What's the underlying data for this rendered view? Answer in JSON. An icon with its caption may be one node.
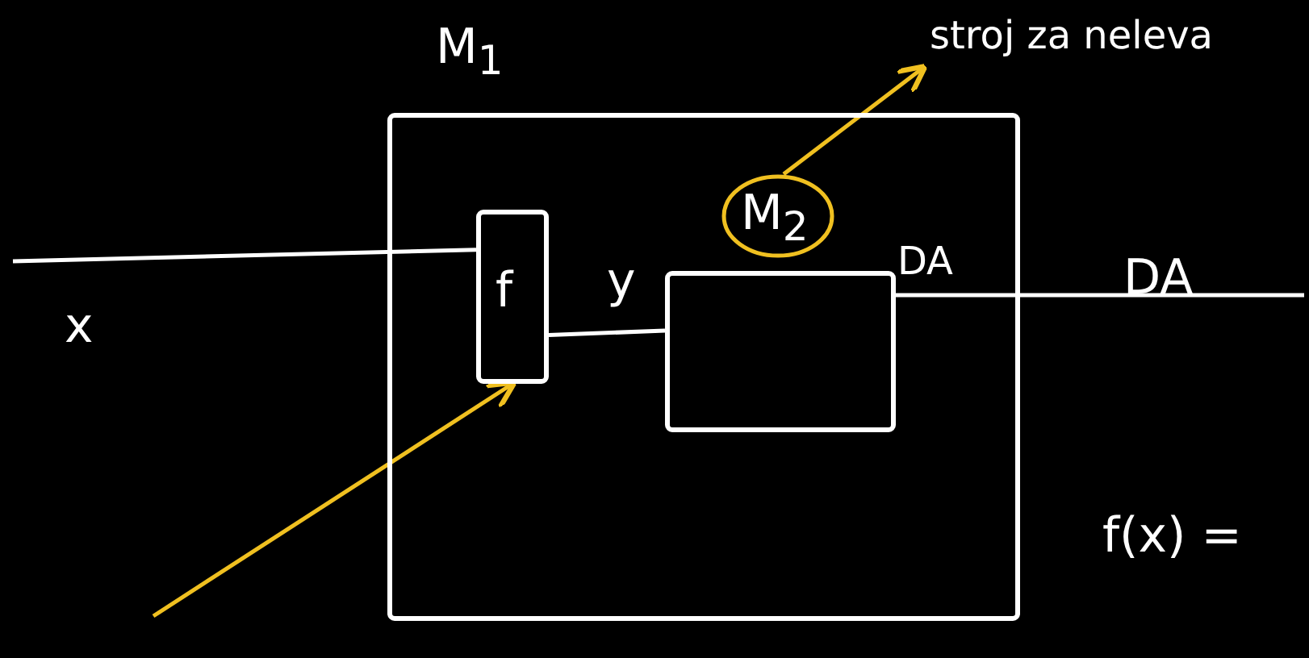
{
  "diagram": {
    "nodes": [
      {
        "text": [
          "M$_{1}$"
        ]
      },
      {
        "text": [
          "f"
        ],
        "in": 0
      },
      {
        "text": [],
        "shape": "box",
        "in": 0
      },
      {
        "text": [
          "M$_{2}$"
        ],
        "in": 0
      },
      {
        "text": [
          "stroj za neleva"
        ]
      }
    ],
    "edges": [
      {
        "from": null,
        "to": 1,
        "arrow": "none",
        "label": "x"
      },
      {
        "from": 1,
        "to": 2,
        "arrow": "none",
        "label": "y"
      },
      {
        "from": 2,
        "to": null,
        "arrow": "none",
        "label": "DA"
      },
      {
        "from": null,
        "to": 1,
        "arrow": "to",
        "color": "#f0c020"
      },
      {
        "from": 3,
        "to": 4,
        "arrow": "to",
        "color": "#f0c020"
      }
    ],
    "labels": [
      "DA",
      "f(x) ="
    ]
  }
}
